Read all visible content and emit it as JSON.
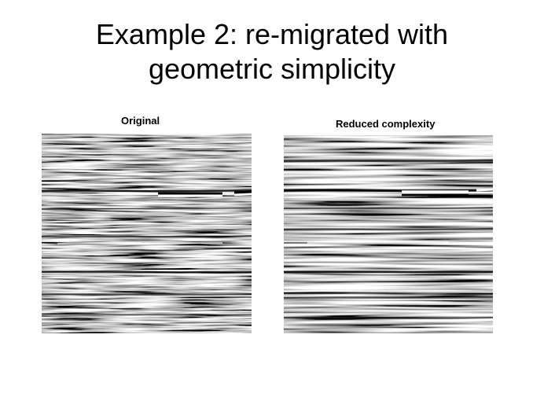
{
  "slide": {
    "title_line1": "Example 2: re-migrated with",
    "title_line2": "geometric simplicity"
  },
  "panels": [
    {
      "caption": "Original",
      "image": "seismic-section-original"
    },
    {
      "caption": "Reduced complexity",
      "image": "seismic-section-reduced-complexity"
    }
  ],
  "colors": {
    "background": "#ffffff",
    "text": "#000000",
    "seismic_mid_gray": "#8a8a8a"
  }
}
